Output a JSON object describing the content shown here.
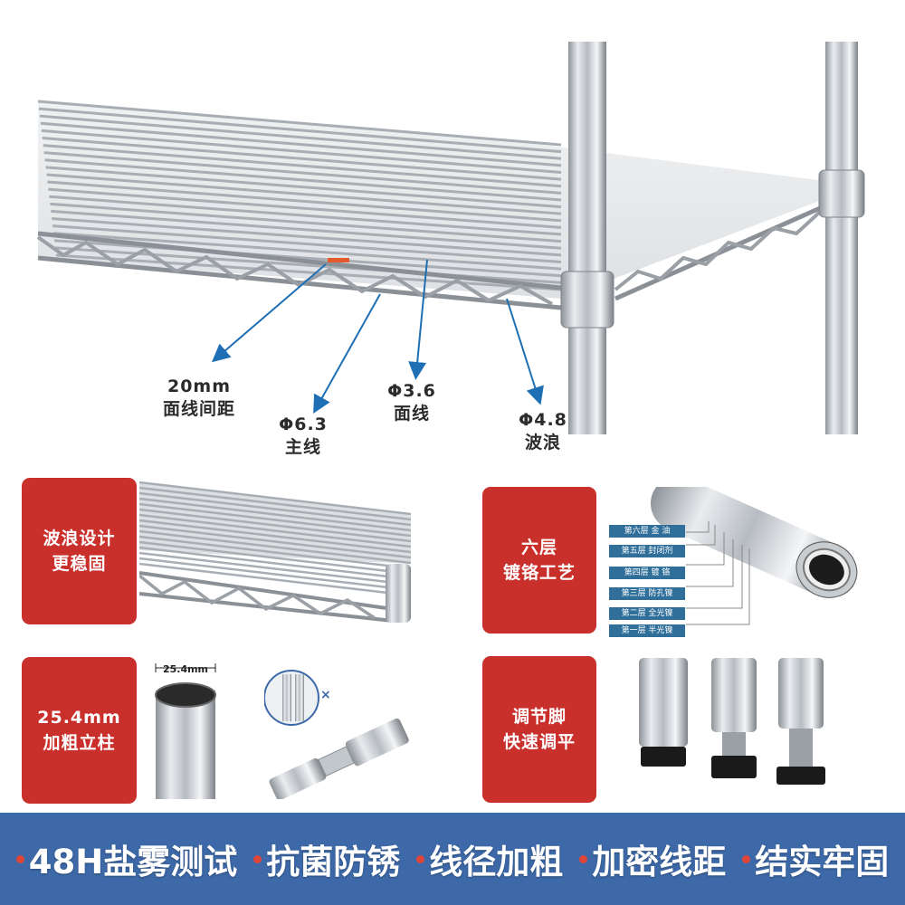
{
  "hero": {
    "callouts": [
      {
        "value": "20mm",
        "label": "面线间距"
      },
      {
        "value": "Φ6.3",
        "label": "主线"
      },
      {
        "value": "Φ3.6",
        "label": "面线"
      },
      {
        "value": "Φ4.8",
        "label": "波浪"
      }
    ]
  },
  "badges": {
    "wave": {
      "line1": "波浪设计",
      "line2": "更稳固"
    },
    "chrome": {
      "line1": "六层",
      "line2": "镀铬工艺"
    },
    "post": {
      "line1": "25.4mm",
      "line2": "加粗立柱"
    },
    "feet": {
      "line1": "调节脚",
      "line2": "快速调平"
    }
  },
  "post_dimension_label": "25.4mm",
  "layers": [
    {
      "label": "第六层 金 油"
    },
    {
      "label": "第五层 封闭剂"
    },
    {
      "label": "第四层 镀 铬"
    },
    {
      "label": "第三层 防孔镍"
    },
    {
      "label": "第二层 全光镍"
    },
    {
      "label": "第一层 半光镍"
    }
  ],
  "features": [
    "48H盐雾测试",
    "抗菌防锈",
    "线径加粗",
    "加密线距",
    "结实牢固"
  ],
  "colors": {
    "badge_red": "#c9302c",
    "banner_blue": "#3d69a8",
    "arrow_blue": "#1f6fb5",
    "layer_label_blue": "#2f6f9a",
    "feature_dot": "#e0453a"
  },
  "icons": {
    "x_mark": "×"
  }
}
